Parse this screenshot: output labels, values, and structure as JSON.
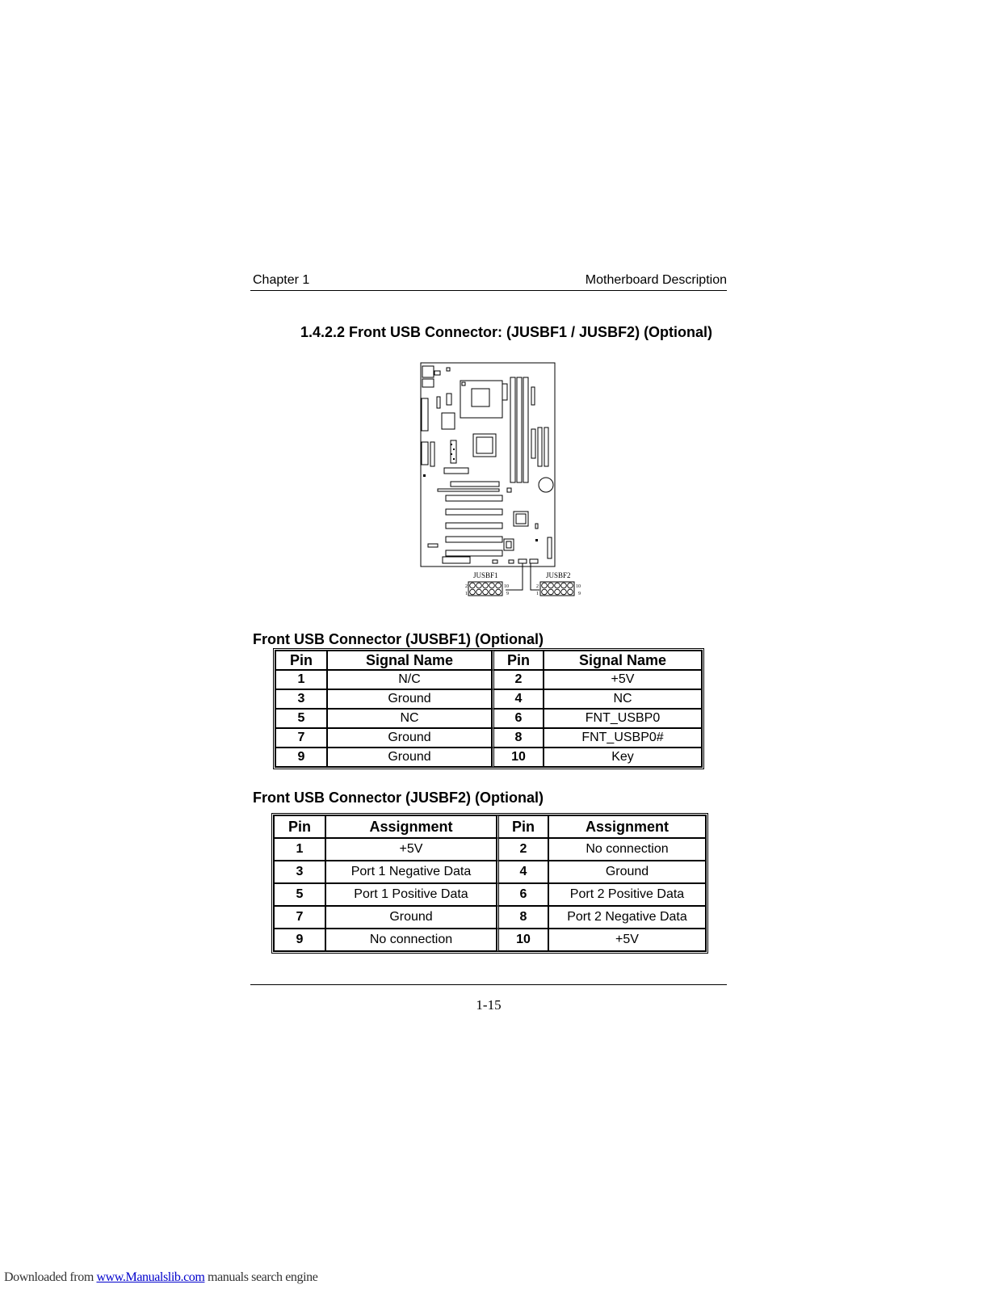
{
  "header": {
    "chapter": "Chapter 1",
    "section": "Motherboard Description"
  },
  "title": "1.4.2.2 Front USB Connector: (JUSBF1 / JUSBF2) (Optional)",
  "diagram": {
    "left_connector": {
      "label": "JUSBF1",
      "pin_top_left": "2",
      "pin_bottom_left": "1",
      "pin_top_right": "10",
      "pin_bottom_right": "9"
    },
    "right_connector": {
      "label": "JUSBF2",
      "pin_top_left": "2",
      "pin_bottom_left": "1",
      "pin_top_right": "10",
      "pin_bottom_right": "9"
    }
  },
  "table1": {
    "title": "Front USB Connector (JUSBF1) (Optional)",
    "headers": [
      "Pin",
      "Signal Name",
      "Pin",
      "Signal Name"
    ],
    "rows": [
      [
        "1",
        "N/C",
        "2",
        "+5V"
      ],
      [
        "3",
        "Ground",
        "4",
        "NC"
      ],
      [
        "5",
        "NC",
        "6",
        "FNT_USBP0"
      ],
      [
        "7",
        "Ground",
        "8",
        "FNT_USBP0#"
      ],
      [
        "9",
        "Ground",
        "10",
        "Key"
      ]
    ]
  },
  "table2": {
    "title": "Front USB Connector (JUSBF2) (Optional)",
    "headers": [
      "Pin",
      "Assignment",
      "Pin",
      "Assignment"
    ],
    "rows": [
      [
        "1",
        "+5V",
        "2",
        "No connection"
      ],
      [
        "3",
        "Port 1 Negative Data",
        "4",
        "Ground"
      ],
      [
        "5",
        "Port 1 Positive Data",
        "6",
        "Port 2 Positive Data"
      ],
      [
        "7",
        "Ground",
        "8",
        "Port 2 Negative Data"
      ],
      [
        "9",
        "No connection",
        "10",
        "+5V"
      ]
    ]
  },
  "footer": {
    "page_number": "1-15"
  },
  "download_bar": {
    "prefix": "Downloaded from ",
    "link_text": "www.Manualslib.com",
    "suffix": " manuals search engine"
  }
}
